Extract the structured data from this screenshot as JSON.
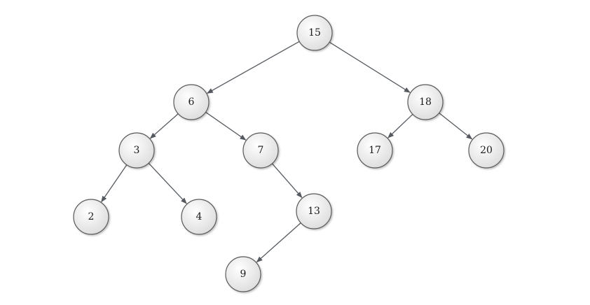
{
  "tree": {
    "nodes": [
      {
        "id": "n15",
        "label": "15"
      },
      {
        "id": "n6",
        "label": "6"
      },
      {
        "id": "n18",
        "label": "18"
      },
      {
        "id": "n3",
        "label": "3"
      },
      {
        "id": "n7",
        "label": "7"
      },
      {
        "id": "n17",
        "label": "17"
      },
      {
        "id": "n20",
        "label": "20"
      },
      {
        "id": "n2",
        "label": "2"
      },
      {
        "id": "n4",
        "label": "4"
      },
      {
        "id": "n13",
        "label": "13"
      },
      {
        "id": "n9",
        "label": "9"
      }
    ],
    "edges": [
      {
        "from": "n15",
        "to": "n6"
      },
      {
        "from": "n15",
        "to": "n18"
      },
      {
        "from": "n6",
        "to": "n3"
      },
      {
        "from": "n6",
        "to": "n7"
      },
      {
        "from": "n18",
        "to": "n17"
      },
      {
        "from": "n18",
        "to": "n20"
      },
      {
        "from": "n3",
        "to": "n2"
      },
      {
        "from": "n3",
        "to": "n4"
      },
      {
        "from": "n7",
        "to": "n13"
      },
      {
        "from": "n13",
        "to": "n9"
      }
    ]
  },
  "colors": {
    "node_fill_top": "#ffffff",
    "node_fill_bottom": "#dcdcdc",
    "node_stroke": "#5a5a5a",
    "edge": "#555a60",
    "text": "#1a1a1a"
  }
}
